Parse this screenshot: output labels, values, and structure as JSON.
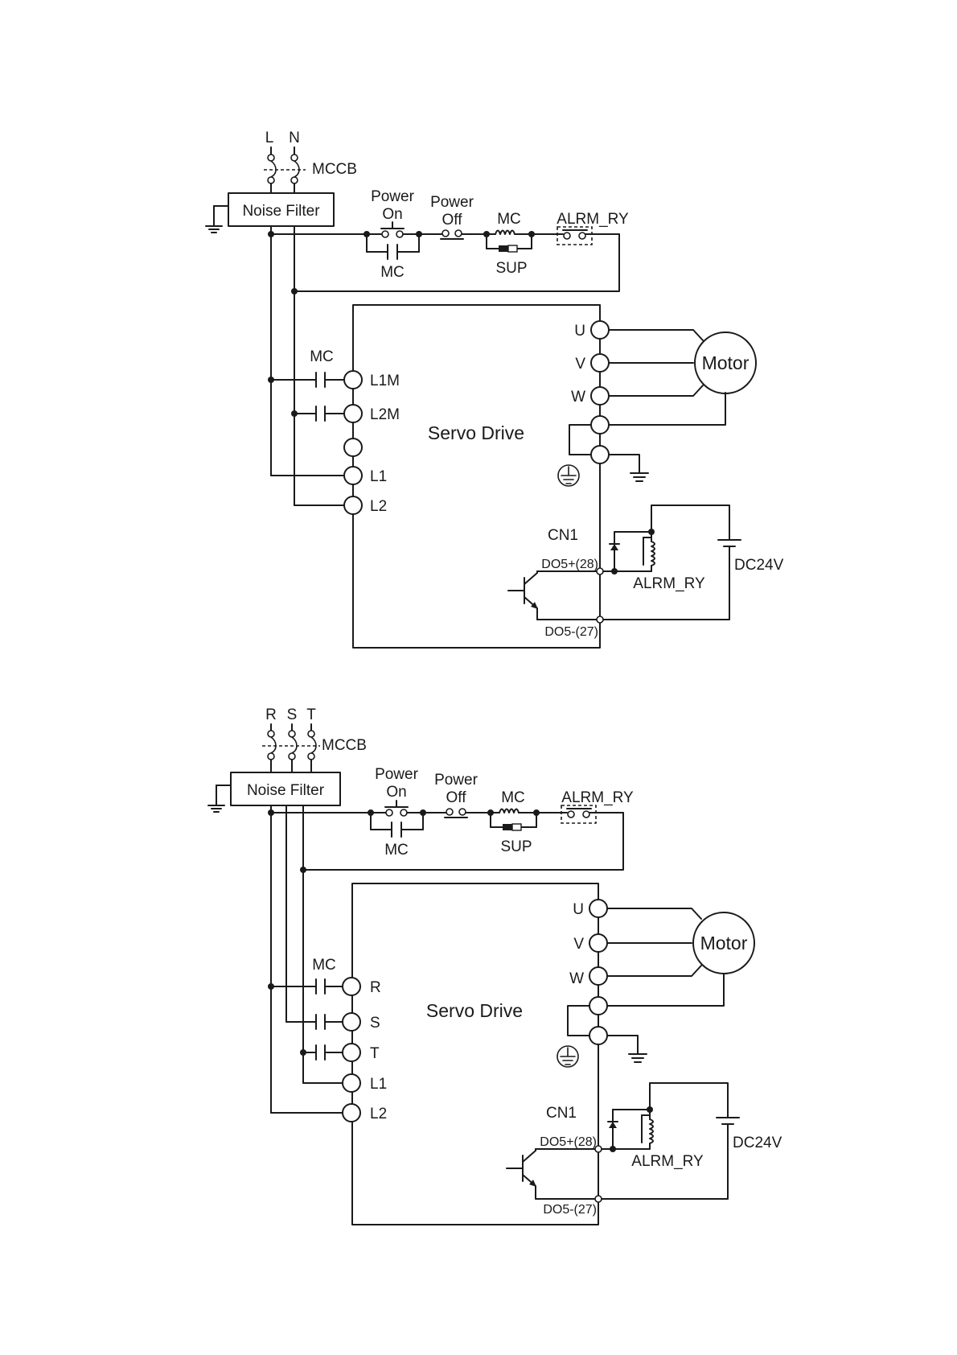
{
  "diagrams": [
    {
      "id": "single-phase",
      "supply_labels": [
        "L",
        "N"
      ],
      "breaker_label": "MCCB",
      "noise_filter_label": "Noise Filter",
      "power_on_label": [
        "Power",
        "On"
      ],
      "power_off_label": [
        "Power",
        "Off"
      ],
      "mc_coil_label": "MC",
      "alarm_contact_label": "ALRM_RY",
      "holding_contact_label": "MC",
      "suppressor_label": "SUP",
      "input_contact_label": "MC",
      "input_terminals": [
        "L1M",
        "L2M",
        "",
        "L1",
        "L2"
      ],
      "drive_label": "Servo Drive",
      "output_terminals": [
        "U",
        "V",
        "W"
      ],
      "motor_label": "Motor",
      "connector_label": "CN1",
      "do_plus_label": "DO5+(28)",
      "do_minus_label": "DO5-(27)",
      "relay_label": "ALRM_RY",
      "dc_supply_label": "DC24V"
    },
    {
      "id": "three-phase",
      "supply_labels": [
        "R",
        "S",
        "T"
      ],
      "breaker_label": "MCCB",
      "noise_filter_label": "Noise Filter",
      "power_on_label": [
        "Power",
        "On"
      ],
      "power_off_label": [
        "Power",
        "Off"
      ],
      "mc_coil_label": "MC",
      "alarm_contact_label": "ALRM_RY",
      "holding_contact_label": "MC",
      "suppressor_label": "SUP",
      "input_contact_label": "MC",
      "input_terminals": [
        "R",
        "S",
        "T",
        "L1",
        "L2"
      ],
      "drive_label": "Servo Drive",
      "output_terminals": [
        "U",
        "V",
        "W"
      ],
      "motor_label": "Motor",
      "connector_label": "CN1",
      "do_plus_label": "DO5+(28)",
      "do_minus_label": "DO5-(27)",
      "relay_label": "ALRM_RY",
      "dc_supply_label": "DC24V"
    }
  ]
}
